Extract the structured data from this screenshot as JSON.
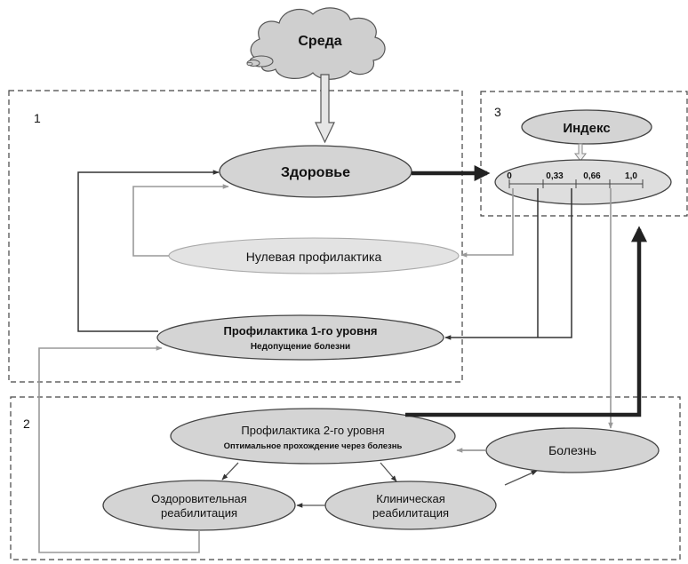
{
  "environment": {
    "label": "Среда"
  },
  "regions": {
    "r1": "1",
    "r2": "2",
    "r3": "3"
  },
  "health": {
    "label": "Здоровье"
  },
  "index": {
    "label": "Индекс",
    "scale": [
      "0",
      "0,33",
      "0,66",
      "1,0"
    ]
  },
  "zero_prevention": {
    "label": "Нулевая профилактика"
  },
  "level1": {
    "title": "Профилактика 1-го уровня",
    "subtitle": "Недопущение болезни"
  },
  "level2": {
    "title": "Профилактика 2-го уровня",
    "subtitle": "Оптимальное прохождение через болезнь"
  },
  "disease": {
    "label": "Болезнь"
  },
  "health_rehab": {
    "line1": "Оздоровительная",
    "line2": "реабилитация"
  },
  "clinical_rehab": {
    "line1": "Клиническая",
    "line2": "реабилитация"
  },
  "colors": {
    "node_fill": "#d4d4d4",
    "node_fill_light": "#e3e3e3",
    "dark_line": "#333333",
    "gray_line": "#999999"
  }
}
